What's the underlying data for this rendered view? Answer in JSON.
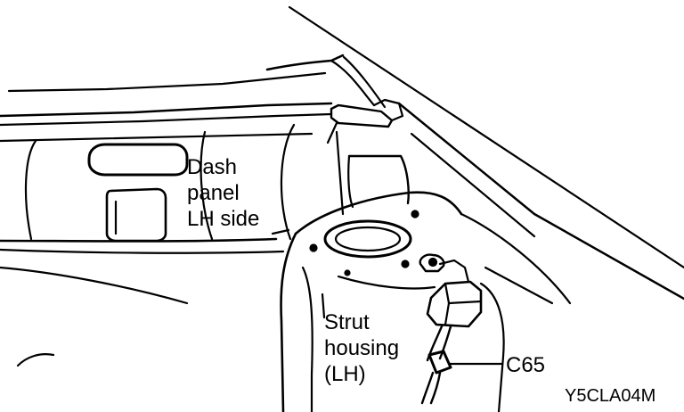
{
  "labels": {
    "dash_panel": [
      "Dash",
      "panel",
      "LH side"
    ],
    "strut_housing": [
      "Strut",
      "housing",
      "(LH)"
    ],
    "connector": "C65"
  },
  "figure_code": "Y5CLA04M",
  "colors": {
    "line": "#000000",
    "background": "#ffffff"
  }
}
